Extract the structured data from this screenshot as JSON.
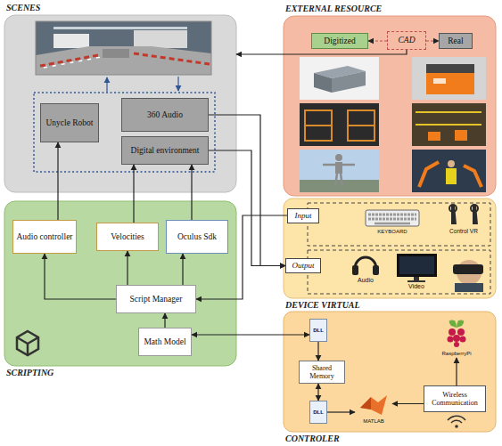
{
  "diagram": {
    "nodes": [
      {
        "text": [
          "SCENES"
        ]
      },
      {
        "text": [
          "Unycle Robot"
        ],
        "in": 0
      },
      {
        "text": [
          "360 Audio"
        ],
        "in": 0
      },
      {
        "text": [
          "Digital environment"
        ],
        "in": 0
      },
      {
        "text": [
          "EXTERNAL RESOURCE"
        ]
      },
      {
        "text": [
          "Digitized"
        ],
        "in": 4
      },
      {
        "text": [
          "CAD"
        ],
        "in": 4
      },
      {
        "text": [
          "Real"
        ],
        "in": 4
      },
      {
        "text": [
          "DEVICE VIRTUAL"
        ]
      },
      {
        "text": [
          "Input"
        ],
        "in": 8
      },
      {
        "text": [
          "Output"
        ],
        "in": 8
      },
      {
        "text": [
          "SCRIPTING"
        ]
      },
      {
        "text": [
          "Audio controller"
        ],
        "in": 11
      },
      {
        "text": [
          "Velocities"
        ],
        "in": 11
      },
      {
        "text": [
          "Oculus Sdk"
        ],
        "in": 11
      },
      {
        "text": [
          "Script Manager"
        ],
        "in": 11
      },
      {
        "text": [
          "Math Model"
        ],
        "in": 11
      },
      {
        "text": [
          "CONTROLER"
        ]
      },
      {
        "text": [
          "DLL"
        ],
        "in": 17
      },
      {
        "text": [
          "Shared Memory"
        ],
        "in": 17
      },
      {
        "text": [
          "DLL"
        ],
        "in": 17
      },
      {
        "text": [
          "MATLAB"
        ],
        "in": 17
      },
      {
        "text": [
          "RaspberryPi"
        ],
        "in": 17
      },
      {
        "text": [
          "Wireless Communication"
        ],
        "in": 17
      }
    ],
    "edges": [
      {
        "from": 6,
        "to": 5,
        "arrow": "to"
      },
      {
        "from": 6,
        "to": 7,
        "arrow": "to"
      },
      {
        "from": 6,
        "to": 0,
        "arrow": "to"
      },
      {
        "from": 12,
        "to": 1,
        "arrow": "to"
      },
      {
        "from": 13,
        "to": 3,
        "arrow": "to"
      },
      {
        "from": 14,
        "to": 3,
        "arrow": "to"
      },
      {
        "from": 2,
        "to": 10,
        "arrow": "to"
      },
      {
        "from": 3,
        "to": 10,
        "arrow": "to"
      },
      {
        "from": 9,
        "to": 15,
        "arrow": "to"
      },
      {
        "from": 15,
        "to": 12,
        "arrow": "to"
      },
      {
        "from": 15,
        "to": 13,
        "arrow": "to"
      },
      {
        "from": 15,
        "to": 14,
        "arrow": "to"
      },
      {
        "from": 16,
        "to": 15,
        "arrow": "to"
      },
      {
        "from": 18,
        "to": 16,
        "arrow": "both"
      },
      {
        "from": 18,
        "to": 19,
        "arrow": "to"
      },
      {
        "from": 19,
        "to": 20,
        "arrow": "both"
      },
      {
        "from": 20,
        "to": 21,
        "arrow": "to"
      },
      {
        "from": 23,
        "to": 21,
        "arrow": "to"
      },
      {
        "from": 23,
        "to": 22,
        "arrow": "to"
      }
    ],
    "labels": [
      "KEYBOARD",
      "Control VR",
      "Audio",
      "Video"
    ]
  }
}
